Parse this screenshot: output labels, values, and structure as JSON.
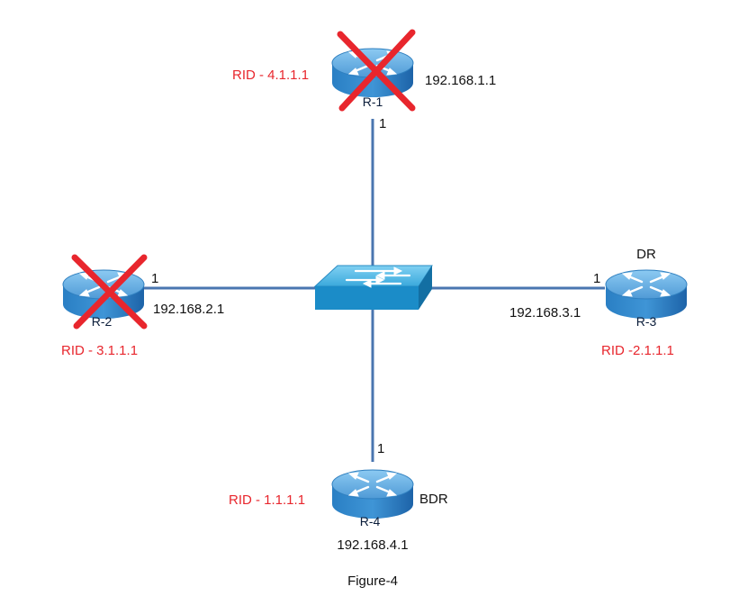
{
  "caption": "Figure-4",
  "switch": {
    "icon": "switch-icon"
  },
  "colors": {
    "link": "#4a76b0",
    "router_top": "#6fb3e6",
    "router_side": "#1f6fb8",
    "switch_top": "#59b9e6",
    "switch_side": "#1b8cc8",
    "rid": "#e8262d",
    "cross": "#e8262d"
  },
  "routers": [
    {
      "id": "r1",
      "name": "R-1",
      "rid": "RID - 4.1.1.1",
      "ip": "192.168.1.1",
      "cost": "1",
      "role": "",
      "failed": true
    },
    {
      "id": "r2",
      "name": "R-2",
      "rid": "RID - 3.1.1.1",
      "ip": "192.168.2.1",
      "cost": "1",
      "role": "",
      "failed": true
    },
    {
      "id": "r3",
      "name": "R-3",
      "rid": "RID -2.1.1.1",
      "ip": "192.168.3.1",
      "cost": "1",
      "role": "DR",
      "failed": false
    },
    {
      "id": "r4",
      "name": "R-4",
      "rid": "RID - 1.1.1.1",
      "ip": "192.168.4.1",
      "cost": "1",
      "role": "BDR",
      "failed": false
    }
  ]
}
